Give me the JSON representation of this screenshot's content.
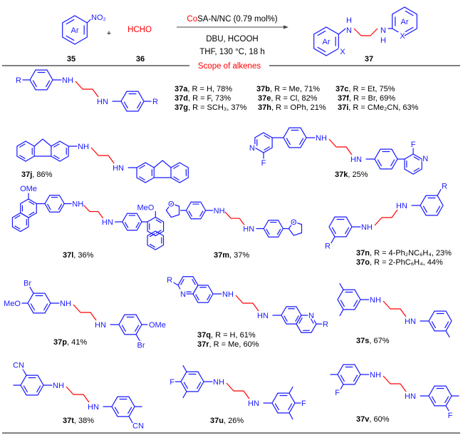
{
  "header": {
    "reactant_label": "35",
    "reagent": "HCHO",
    "reagent_label": "36",
    "plus": "+",
    "catalyst_metal": "Co",
    "catalyst_rest": "SA-N/NC (0.79 mol%)",
    "conditions_line2": "DBU, HCOOH",
    "conditions_line3": "THF, 130 °C, 18 h",
    "product_label": "37"
  },
  "section_title": "Scope of alkenes",
  "atom_labels": {
    "nh": "NH",
    "hn": "HN",
    "n": "N",
    "h": "H",
    "r": "R",
    "f": "F",
    "br": "Br",
    "ome": "OMe",
    "meo": "MeO",
    "cn": "CN",
    "o": "O",
    "ar": "Ar",
    "x": "X",
    "no2": "NO₂"
  },
  "scope": {
    "c37a": {
      "id": "37a",
      "desc": ", R = H, 78%"
    },
    "c37b": {
      "id": "37b",
      "desc": ", R = Me, 71%"
    },
    "c37c": {
      "id": "37c",
      "desc": ", R = Et, 75%"
    },
    "c37d": {
      "id": "37d",
      "desc": ", R = F, 73%"
    },
    "c37e": {
      "id": "37e",
      "desc": ", R = Cl, 82%"
    },
    "c37f": {
      "id": "37f",
      "desc": ", R = Br, 69%"
    },
    "c37g": {
      "id": "37g",
      "desc": ", R = SCH₃, 37%"
    },
    "c37h": {
      "id": "37h",
      "desc": ", R = OPh, 21%"
    },
    "c37i": {
      "id": "37i",
      "desc": ", R = CMe₂CN, 63%"
    },
    "c37j": {
      "id": "37j",
      "desc": ", 86%"
    },
    "c37k": {
      "id": "37k",
      "desc": ", 25%"
    },
    "c37l": {
      "id": "37l",
      "desc": ", 36%"
    },
    "c37m": {
      "id": "37m",
      "desc": ", 37%"
    },
    "c37n": {
      "id": "37n",
      "desc": ", R = 4-Ph₂NC₆H₄, 23%"
    },
    "c37o": {
      "id": "37o",
      "desc": ", R = 2-PhC₆H₄, 44%"
    },
    "c37p": {
      "id": "37p",
      "desc": ", 41%"
    },
    "c37q": {
      "id": "37q",
      "desc": ", R = H, 61%"
    },
    "c37r": {
      "id": "37r",
      "desc": ", R = Me, 60%"
    },
    "c37s": {
      "id": "37s",
      "desc": ", 67%"
    },
    "c37t": {
      "id": "37t",
      "desc": ", 38%"
    },
    "c37u": {
      "id": "37u",
      "desc": ", 26%"
    },
    "c37v": {
      "id": "37v",
      "desc": ", 60%"
    }
  },
  "colors": {
    "structure": "#1a1aff",
    "highlight": "#ff0000",
    "text": "#000000"
  }
}
